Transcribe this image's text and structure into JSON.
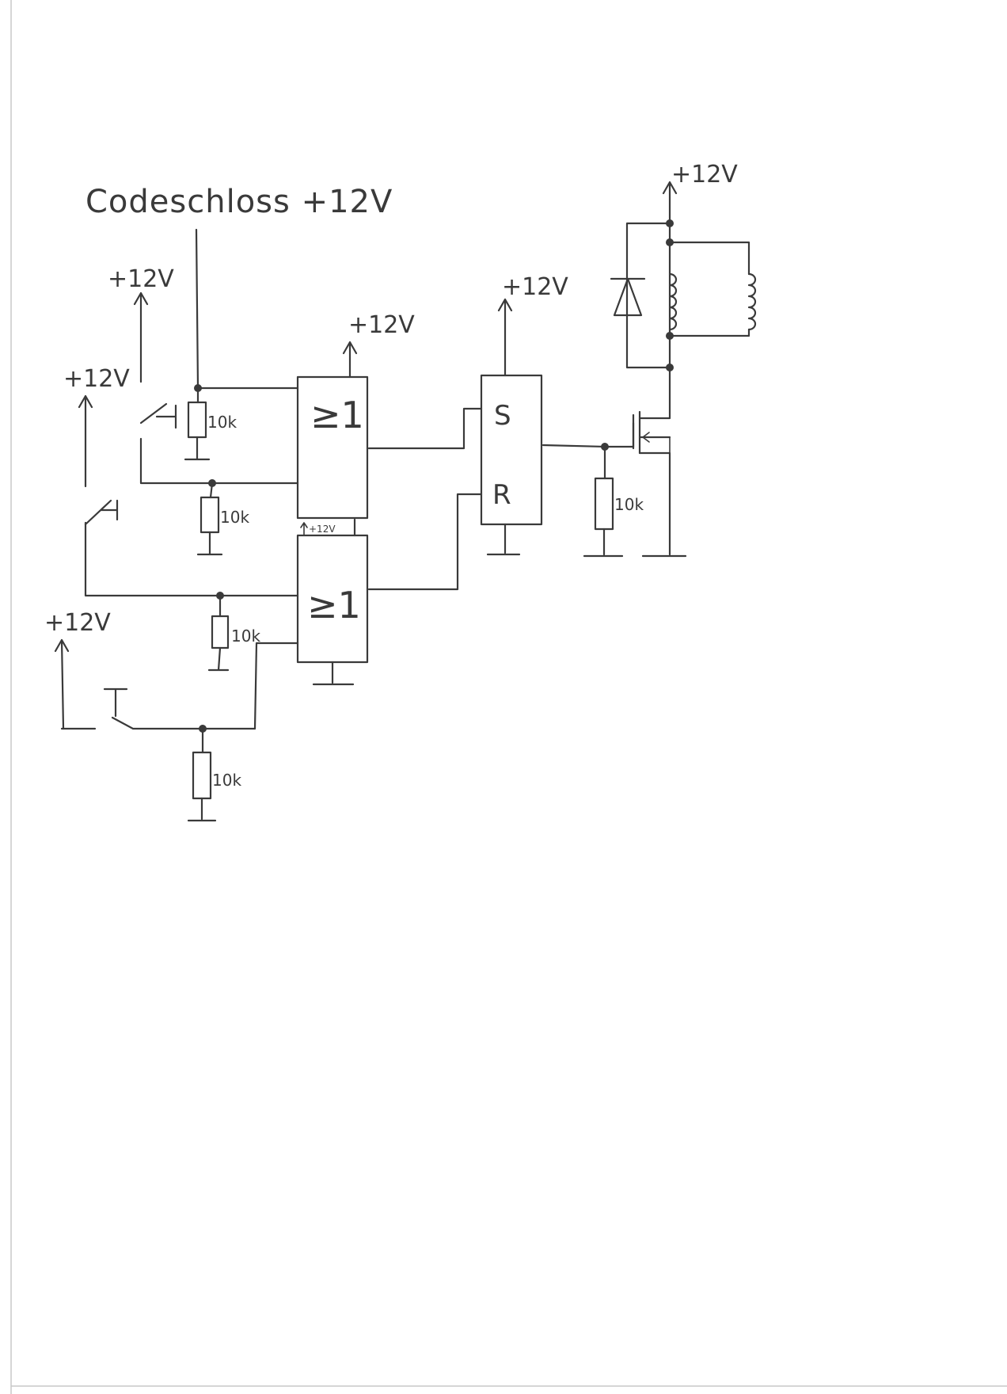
{
  "title": "Codeschloss +12V",
  "supply_label": "+12V",
  "small_supply_label": "+12V",
  "resistor_label": "10k",
  "gate_label": "≥1",
  "flipflop": {
    "set": "S",
    "reset": "R"
  }
}
